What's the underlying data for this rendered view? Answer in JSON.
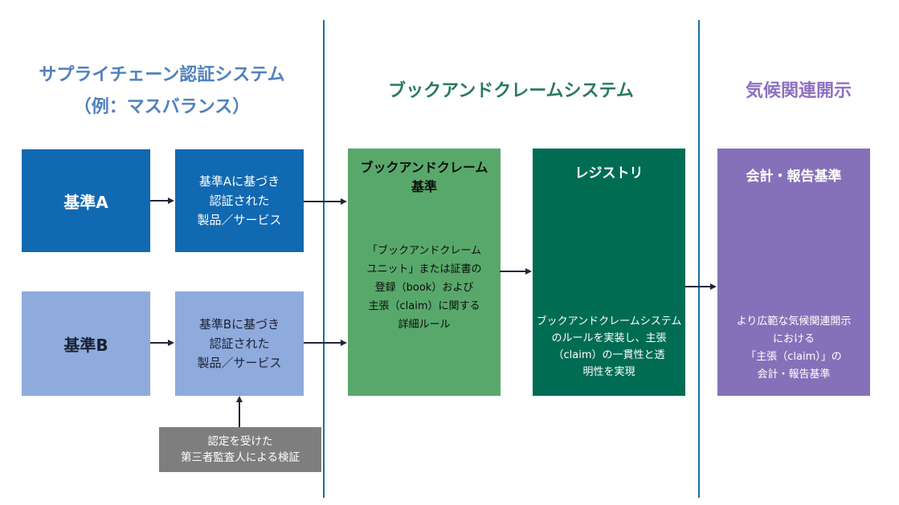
{
  "sections": {
    "left": {
      "title": "サプライチェーン認証システム\n（例：マスバランス）",
      "title_color": "#4F81BD"
    },
    "middle": {
      "title": "ブックアンドクレームシステム",
      "title_color": "#287A5E"
    },
    "right": {
      "title": "気候関連開示",
      "title_color": "#8E70C1"
    }
  },
  "boxes": {
    "standard_a": {
      "label": "基準A"
    },
    "certified_a": {
      "text": "基準Aに基づき\n認証された\n製品／サービス"
    },
    "standard_b": {
      "label": "基準B"
    },
    "certified_b": {
      "text": "基準Bに基づき\n認証された\n製品／サービス"
    },
    "bnc_standard": {
      "title": "ブックアンドクレーム\n基準",
      "body": "「ブックアンドクレーム\nユニット」または証書の\n登録（book）および\n主張（claim）に関する\n詳細ルール"
    },
    "registry": {
      "title": "レジストリ",
      "body": "ブックアンドクレームシステム\nのルールを実装し、主張\n（claim）の一貫性と透\n明性を実現"
    },
    "accounting": {
      "title": "会計・報告基準",
      "body": "より広範な気候関連開示\nにおける\n「主張（claim）」の\n会計・報告基準"
    },
    "auditor": {
      "text": "認定を受けた\n第三者監査人による検証"
    }
  },
  "colors": {
    "dark_blue_box": "#1169B2",
    "light_blue_box": "#8FAADC",
    "green_box": "#59A86B",
    "dark_green_box": "#006C54",
    "purple_box": "#8571B9",
    "gray_box": "#7E7E7E",
    "divider_line": "#1C6EA4",
    "arrow": "#23263B"
  }
}
